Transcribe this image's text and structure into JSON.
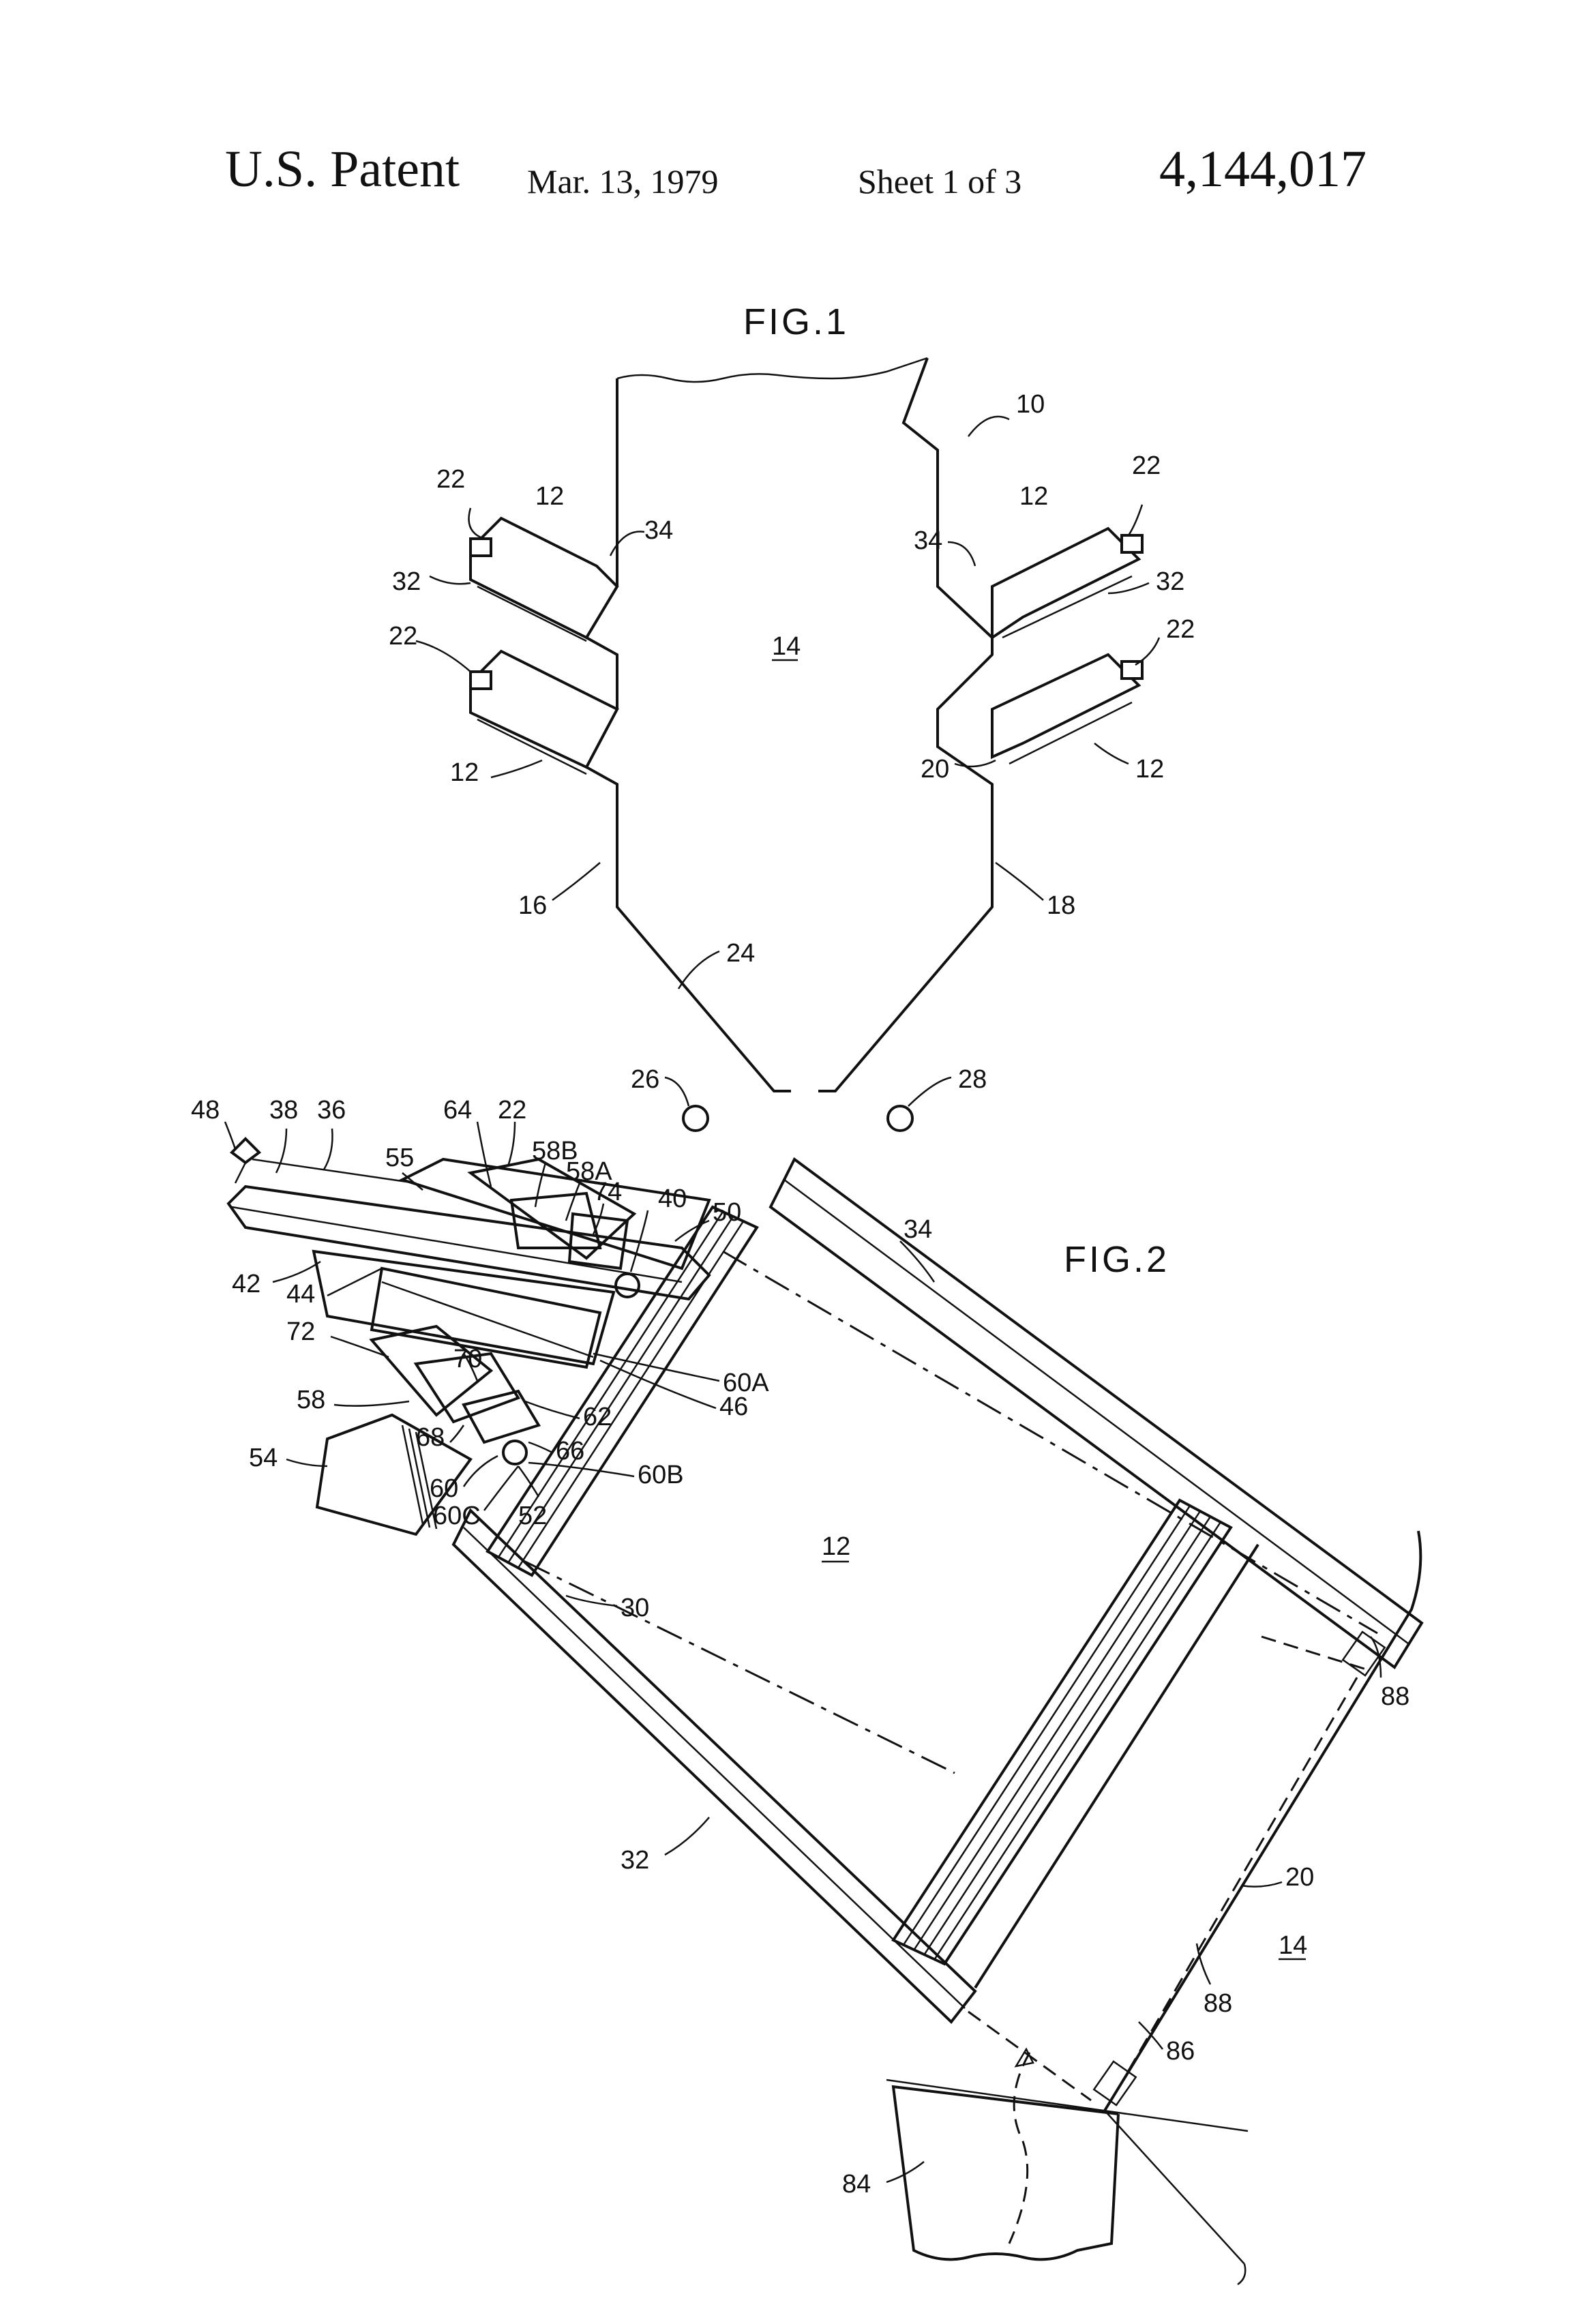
{
  "header": {
    "title": "U.S. Patent",
    "date": "Mar. 13, 1979",
    "sheet": "Sheet 1 of 3",
    "patent_number": "4,144,017"
  },
  "fig1": {
    "title": "FIG.1",
    "labels": [
      "10",
      "12",
      "12",
      "12",
      "12",
      "14",
      "16",
      "18",
      "20",
      "22",
      "22",
      "22",
      "22",
      "24",
      "26",
      "28",
      "32",
      "32",
      "34",
      "34"
    ]
  },
  "fig2": {
    "title": "FIG.2",
    "labels": [
      "48",
      "38",
      "36",
      "22",
      "64",
      "55",
      "58B",
      "58A",
      "40",
      "50",
      "74",
      "42",
      "44",
      "72",
      "70",
      "60A",
      "58",
      "62",
      "46",
      "54",
      "68",
      "66",
      "60",
      "60B",
      "52",
      "60C",
      "12",
      "30",
      "34",
      "32",
      "88",
      "88",
      "20",
      "14",
      "86",
      "84"
    ]
  }
}
